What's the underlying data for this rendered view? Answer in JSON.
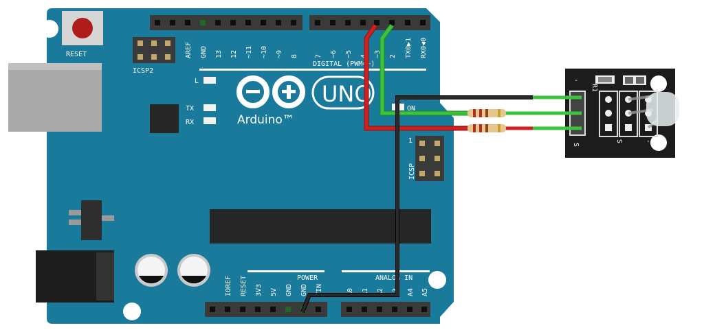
{
  "board": {
    "reset_label": "RESET",
    "icsp2_label": "ICSP2",
    "icsp_label": "ICSP",
    "icsp_pin1": "1",
    "led_l": "L",
    "led_tx": "TX",
    "led_rx": "RX",
    "led_on": "ON",
    "brand": "Arduino™",
    "model": "UNO",
    "digital_label": "DIGITAL (PWM=~)",
    "power_label": "POWER",
    "analog_label": "ANALOG IN",
    "top_left_pins": [
      "AREF",
      "GND",
      "13",
      "12",
      "~11",
      "~10",
      "~9",
      "8"
    ],
    "top_right_pins": [
      "7",
      "~6",
      "~5",
      "4",
      "~3",
      "2",
      "TX0▶1",
      "RX0◀0"
    ],
    "power_pins": [
      "IOREF",
      "RESET",
      "3V3",
      "5V",
      "GND",
      "GND",
      "VIN"
    ],
    "analog_pins": [
      "A0",
      "A1",
      "A2",
      "A3",
      "A4",
      "A5"
    ],
    "color": "#1a7a9c"
  },
  "module": {
    "label_minus": "-",
    "label_r1": "R1",
    "label_s": "S",
    "label_s2": "S",
    "label_minus2": "-"
  },
  "wires": {
    "red": "#d01f1f",
    "green": "#3cc23c",
    "black": "#1a1a1a"
  }
}
